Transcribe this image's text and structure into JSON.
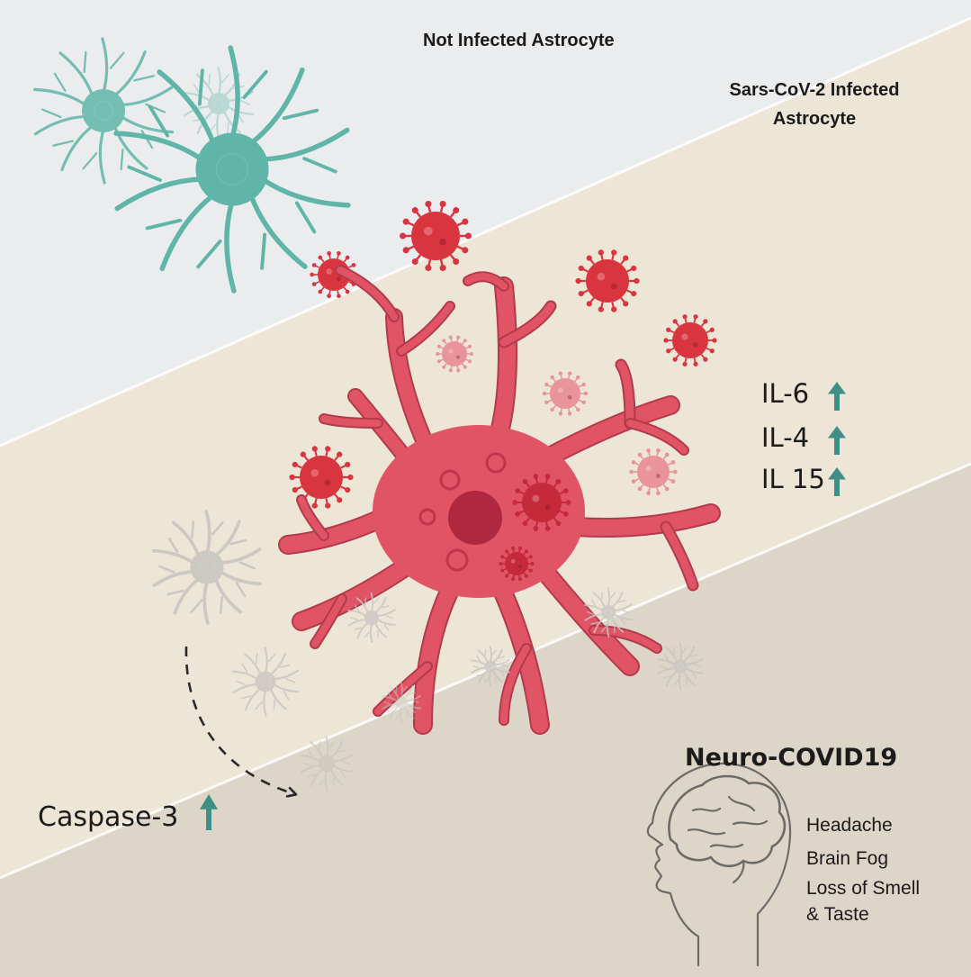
{
  "labels": {
    "not_infected": "Not Infected Astrocyte",
    "infected": "Sars-CoV-2 Infected Astrocyte",
    "neuro_covid": "Neuro-COVID19",
    "caspase": "Caspase-3"
  },
  "cytokines": [
    {
      "label": "IL-6",
      "trend": "up"
    },
    {
      "label": "IL-4",
      "trend": "up"
    },
    {
      "label": "IL 15",
      "trend": "up"
    }
  ],
  "symptoms": [
    "Headache",
    "Brain Fog",
    "Loss of Smell",
    "& Taste"
  ],
  "colors": {
    "healthy_astrocyte": "#5fb5a8",
    "infected_astrocyte": "#e05466",
    "virus": "#d8353f",
    "virus_faded": "#e8949a",
    "apoptotic_cell": "#c9c6c1",
    "up_arrow": "#3f8f86",
    "band_top": "#ebeced",
    "band_middle": "#ede5d6",
    "band_bottom": "#ddd5c7"
  },
  "icons": [
    "healthy-astrocyte-icon",
    "infected-astrocyte-icon",
    "coronavirus-icon",
    "apoptotic-astrocyte-icon",
    "up-arrow-icon",
    "dashed-curved-arrow-icon",
    "brain-head-profile-icon"
  ]
}
